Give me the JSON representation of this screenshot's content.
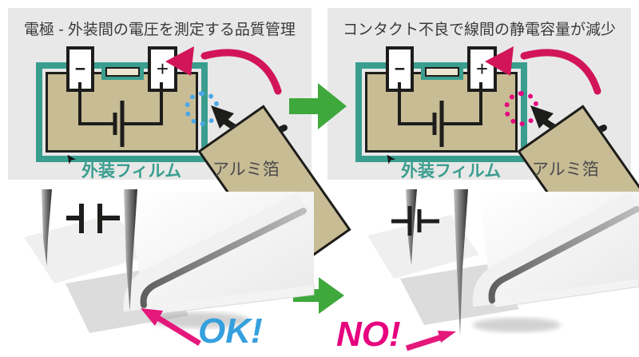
{
  "colors": {
    "panel_bg": "#e8e8e8",
    "film_teal": "#3a9e8f",
    "foil_tan": "#c8bc95",
    "ink": "#1d1d1b",
    "probe_arrow_pink": "#d21559",
    "contact_circle_blue": "#4da7e8",
    "contact_circle_magenta": "#e6007e",
    "flow_arrow_green": "#3fa83c",
    "ok_blue": "#35a0de",
    "no_magenta": "#e6007e"
  },
  "panels": {
    "left": {
      "title": "電極 - 外装間の電圧を測定する品質管理",
      "minus_terminal": "−",
      "plus_terminal": "+",
      "film_label": "外装フィルム",
      "foil_label": "アルミ箔"
    },
    "right": {
      "title": "コンタクト不良で線間の静電容量が減少",
      "minus_terminal": "−",
      "plus_terminal": "+",
      "film_label": "外装フィルム",
      "foil_label": "アルミ箔"
    }
  },
  "bottom": {
    "left_result": "OK!",
    "right_result": "NO!"
  },
  "icons": {
    "flow_arrow": "green-right-arrow",
    "pointer": "black-cursor-arrow",
    "capacitor": "capacitor-symbol"
  }
}
